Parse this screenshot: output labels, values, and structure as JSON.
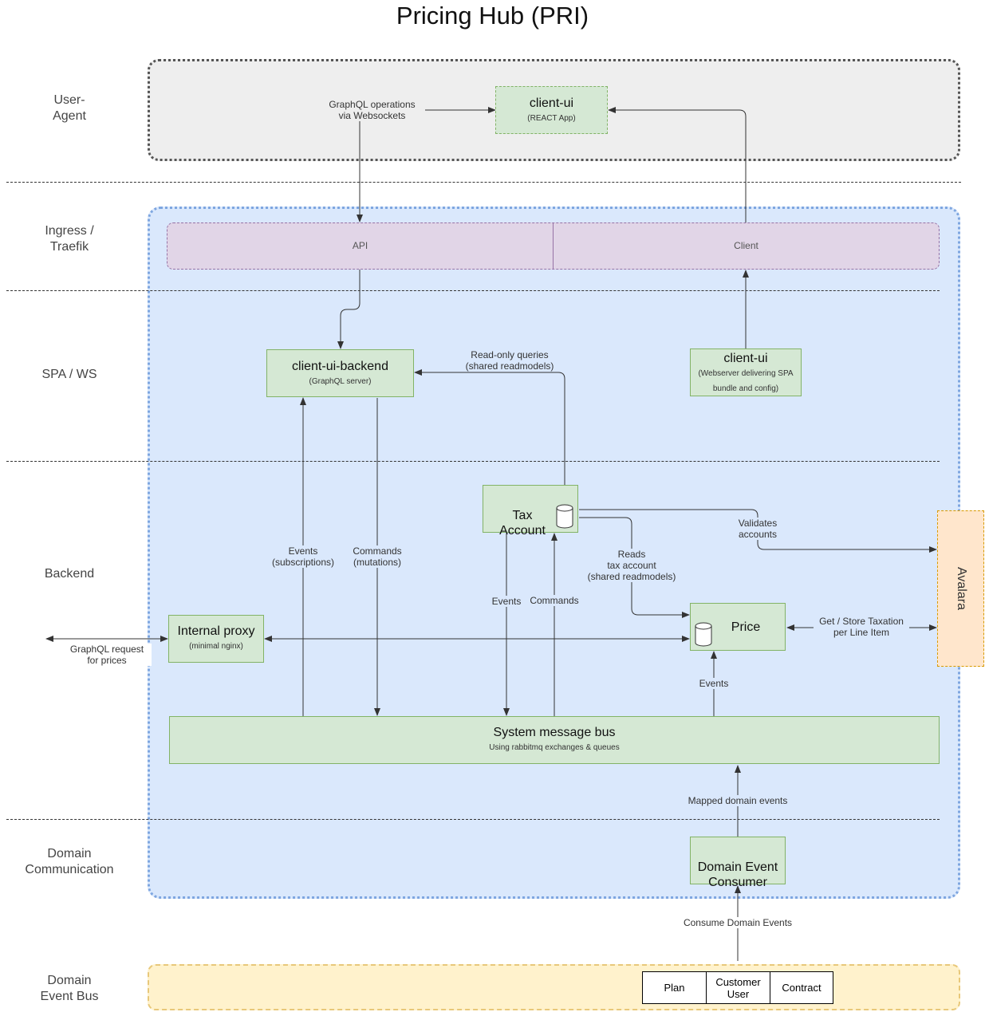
{
  "title": "Pricing Hub (PRI)",
  "lanes": {
    "user_agent": "User-\nAgent",
    "ingress": "Ingress /\nTraefik",
    "spa": "SPA / WS",
    "backend": "Backend",
    "domain_communication": "Domain\nCommunication",
    "domain_event_bus": "Domain\nEvent Bus"
  },
  "nodes": {
    "client_ui_react": {
      "title": "client-ui",
      "subtitle": "(REACT App)"
    },
    "ingress_api": "API",
    "ingress_client": "Client",
    "client_ui_backend": {
      "title": "client-ui-backend",
      "subtitle": "(GraphQL server)"
    },
    "client_ui_web": {
      "title": "client-ui",
      "subtitle": "(Webserver delivering SPA bundle and config)"
    },
    "tax_account": {
      "title": "Tax\nAccount"
    },
    "internal_proxy": {
      "title": "Internal proxy",
      "subtitle": "(minimal nginx)"
    },
    "price": {
      "title": "Price"
    },
    "system_bus": {
      "title": "System message bus",
      "subtitle": "Using rabbitmq exchanges & queues"
    },
    "domain_event_consumer": {
      "title": "Domain Event\nConsumer"
    },
    "avalara": "Avalara",
    "topics": [
      "Plan",
      "Customer\nUser",
      "Contract"
    ]
  },
  "edge_labels": {
    "graphql_ws": "GraphQL operations\nvia Websockets",
    "readonly_queries": "Read-only queries\n(shared readmodels)",
    "events_subscriptions": "Events\n(subscriptions)",
    "commands_mutations": "Commands\n(mutations)",
    "validates_accounts": "Validates\naccounts",
    "reads_tax_account": "Reads\ntax account\n(shared readmodels)",
    "events_tax": "Events",
    "commands_tax": "Commands",
    "graphql_prices": "GraphQL request\nfor prices",
    "get_store_taxation": "Get / Store Taxation\nper Line Item",
    "events_price": "Events",
    "mapped_domain_events": "Mapped domain events",
    "consume_domain_events": "Consume Domain Events"
  }
}
